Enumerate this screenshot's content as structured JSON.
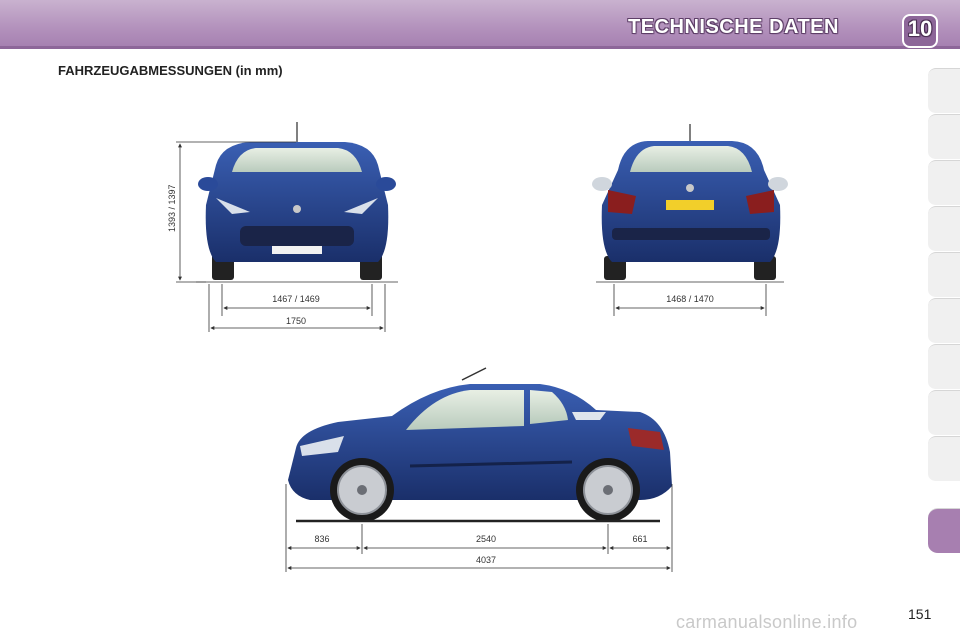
{
  "header": {
    "title": "TECHNISCHE DATEN",
    "chapter": "10"
  },
  "section": {
    "title": "FAHRZEUGABMESSUNGEN (in mm)"
  },
  "front_view": {
    "height": "1393 / 1397",
    "track_width": "1467 / 1469",
    "total_width": "1750"
  },
  "rear_view": {
    "track_width": "1468 / 1470"
  },
  "side_view": {
    "front_overhang": "836",
    "wheelbase": "2540",
    "rear_overhang": "661",
    "length": "4037"
  },
  "footer": {
    "page_number": "151",
    "watermark": "carmanualsonline.info"
  },
  "colors": {
    "header": "#b493bd",
    "car_body": "#233f86",
    "active_tab": "#a77fb0"
  }
}
